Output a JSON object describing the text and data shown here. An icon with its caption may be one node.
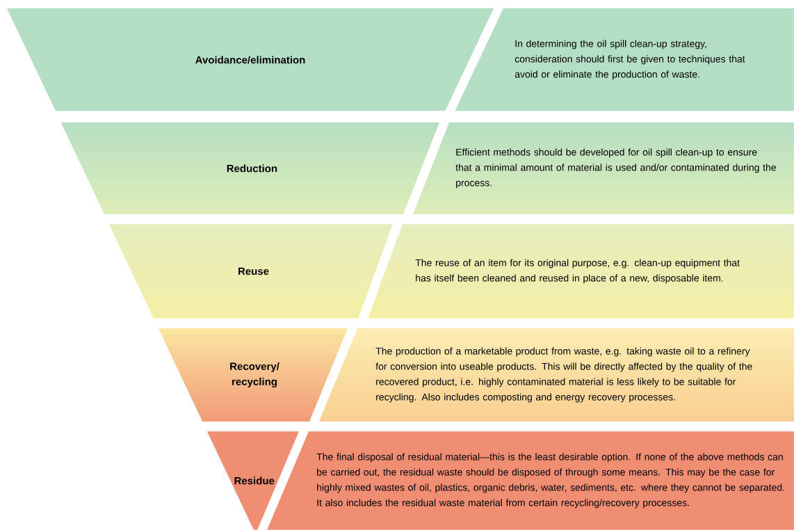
{
  "diagram": {
    "nodes": [
      {
        "text": [
          "Avoidance/elimination"
        ]
      },
      {
        "text": [
          "In determining the oil spill clean-up strategy, consideration should first be given to techniques that avoid or eliminate the production of waste."
        ]
      },
      {
        "text": [
          "Reduction"
        ]
      },
      {
        "text": [
          "Efficient methods should be developed for oil spill clean-up to ensure that a minimal amount of material is used and/or contaminated during the process."
        ]
      },
      {
        "text": [
          "Reuse"
        ]
      },
      {
        "text": [
          "The reuse of an item for its original purpose, e.g. clean-up equipment that has itself been cleaned and reused in place of a new, disposable item."
        ]
      },
      {
        "text": [
          "Recovery/ recycling"
        ]
      },
      {
        "text": [
          "The production of a marketable product from waste, e.g. taking waste oil to a refinery for conversion into useable products. This will be directly affected by the quality of the recovered product, i.e. highly contaminated material is less likely to be suitable for recycling. Also includes composting and energy recovery processes."
        ]
      },
      {
        "text": [
          "Residue"
        ]
      },
      {
        "text": [
          "The final disposal of residual material—this is the least desirable option. If none of the above methods can be carried out, the residual waste should be disposed of through some means. This may be the case for highly mixed wastes of oil, plastics, organic debris, water, sediments, etc. where they cannot be separated. It also includes the residual waste material from certain recycling/recovery processes."
        ]
      }
    ]
  }
}
